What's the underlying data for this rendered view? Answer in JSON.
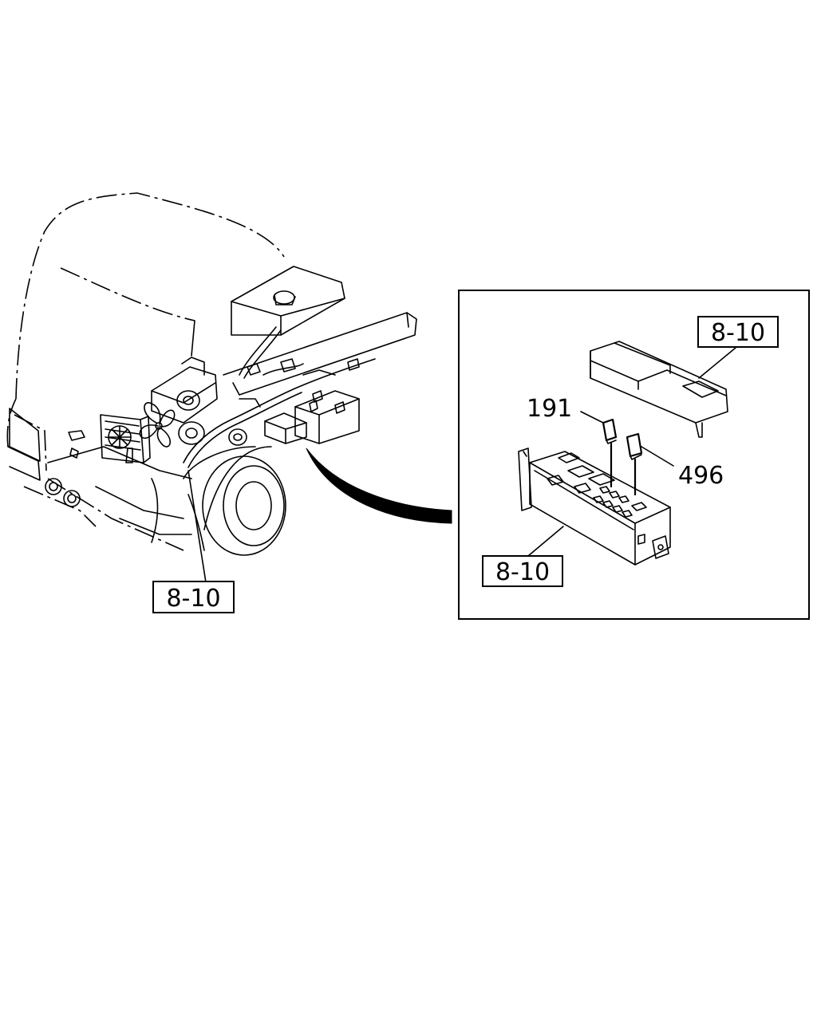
{
  "callouts": {
    "main_ref": "8-10",
    "detail_cover_ref": "8-10",
    "detail_box_ref": "8-10",
    "relay_1": "191",
    "relay_2": "496"
  }
}
